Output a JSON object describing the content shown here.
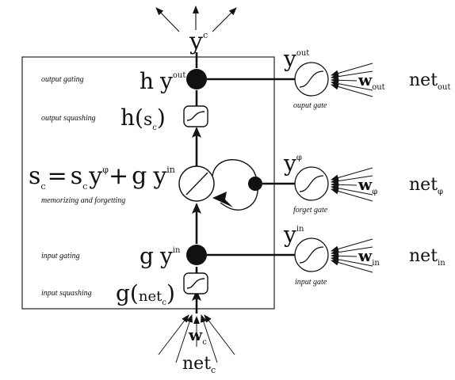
{
  "output_top": {
    "base": "y",
    "sup": "c"
  },
  "labels": {
    "output_gating": "output gating",
    "output_squashing": "output squashing",
    "memorizing": "memorizing and forgetting",
    "input_gating": "input gating",
    "input_squashing": "input squashing"
  },
  "eq_h_y_out": {
    "a": "h",
    "b": "y",
    "sup": "out"
  },
  "eq_h_sc": {
    "fn": "h(",
    "s": "s",
    "sub": "c",
    "close": ")"
  },
  "eq_state": {
    "s1": "s",
    "s1_sub": "c",
    "eq": "=",
    "s2": "s",
    "s2_sub": "c",
    "y1": "y",
    "y1_sup": "φ",
    "plus": "+",
    "g": "g",
    "y2": "y",
    "y2_sup": "in"
  },
  "eq_g_y_in": {
    "a": "g",
    "b": "y",
    "sup": "in"
  },
  "eq_g_net": {
    "fn": "g(",
    "net": "net",
    "sub": "c",
    "close": ")"
  },
  "bottom": {
    "w": "w",
    "w_sub": "c",
    "net": "net",
    "net_sub": "c"
  },
  "gates": {
    "output": {
      "y": "y",
      "y_sup": "out",
      "caption": "ouput gate",
      "w": "w",
      "w_sub": "out",
      "net": "net",
      "net_sub": "out"
    },
    "forget": {
      "y": "y",
      "y_sup": "φ",
      "caption": "forget gate",
      "w": "w",
      "w_sub": "φ",
      "net": "net",
      "net_sub": "φ"
    },
    "input": {
      "y": "y",
      "y_sup": "in",
      "caption": "input gate",
      "w": "w",
      "w_sub": "in",
      "net": "net",
      "net_sub": "in"
    }
  }
}
